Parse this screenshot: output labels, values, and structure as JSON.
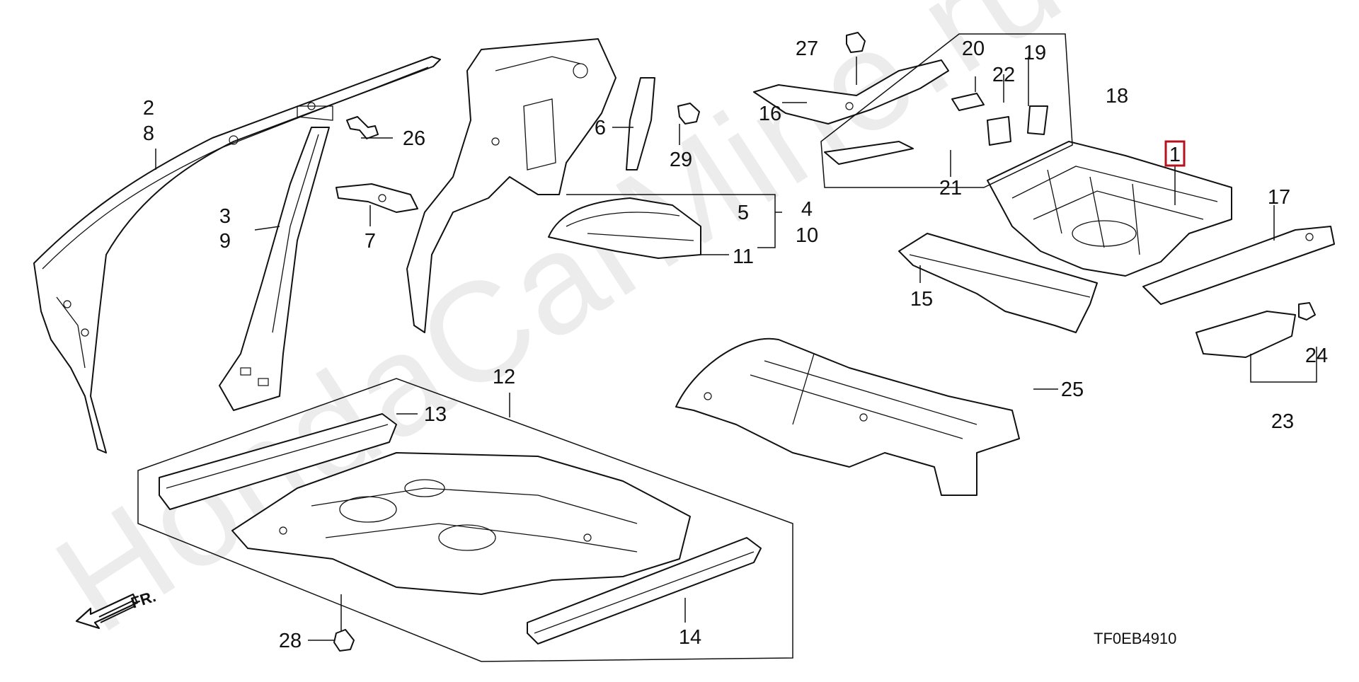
{
  "diagram": {
    "watermark": "HondaCarMine.ru",
    "code": "TF0EB4910",
    "direction": "FR.",
    "highlight_color": "#b5121b",
    "callouts": {
      "c1": "1",
      "c2": "2",
      "c3": "3",
      "c4": "4",
      "c5": "5",
      "c6": "6",
      "c7": "7",
      "c8": "8",
      "c9": "9",
      "c10": "10",
      "c11": "11",
      "c12": "12",
      "c13": "13",
      "c14": "14",
      "c15": "15",
      "c16": "16",
      "c17": "17",
      "c18": "18",
      "c19": "19",
      "c20": "20",
      "c21": "21",
      "c22": "22",
      "c23": "23",
      "c24": "24",
      "c25": "25",
      "c26": "26",
      "c27": "27",
      "c28": "28",
      "c29": "29"
    }
  }
}
